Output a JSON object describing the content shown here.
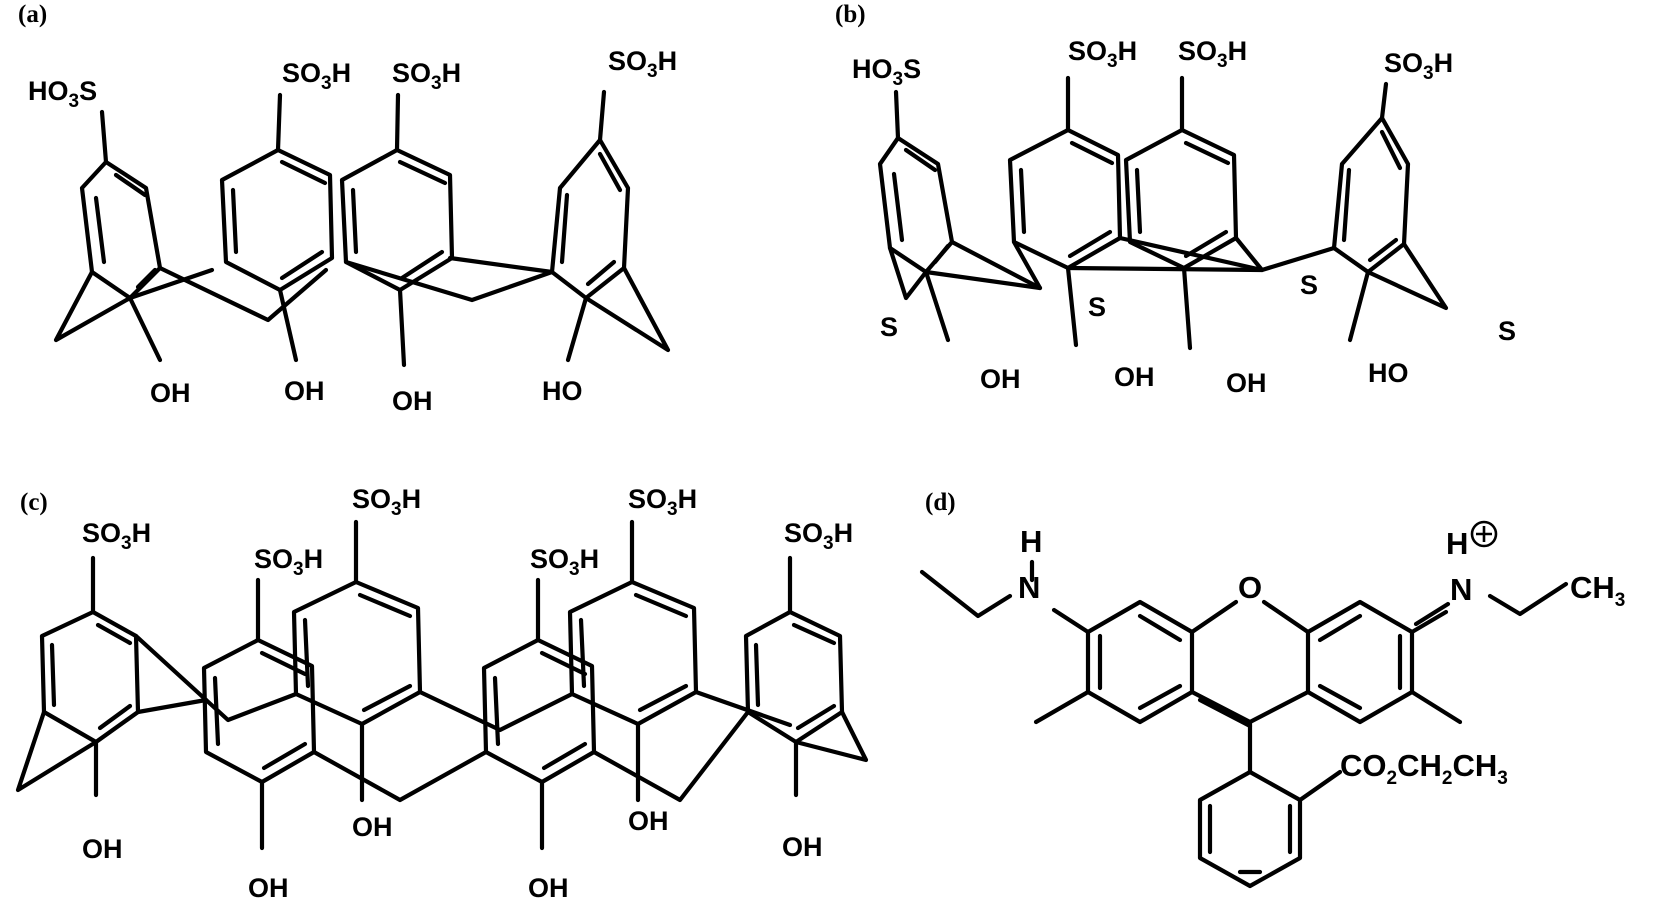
{
  "panels": {
    "a": {
      "label": "(a)"
    },
    "b": {
      "label": "(b)"
    },
    "c": {
      "label": "(c)"
    },
    "d": {
      "label": "(d)"
    }
  },
  "groups": {
    "sulfonic_left_main": "HO",
    "sulfonic_left_sub": "3",
    "sulfonic_left_tail": "S",
    "sulfonic_main": "SO",
    "sulfonic_sub": "3",
    "sulfonic_tail": "H",
    "hydroxyl": "OH",
    "hydroxyl_reversed": "HO",
    "bridge_sulfur": "S",
    "nitrogen": "N",
    "hydrogen": "H",
    "oxygen": "O",
    "methyl_main": "CH",
    "methyl_sub": "3",
    "ester_1": "CO",
    "ester_2": "2",
    "ester_3": "CH",
    "ester_4": "2",
    "ester_5": "CH",
    "ester_6": "3"
  }
}
